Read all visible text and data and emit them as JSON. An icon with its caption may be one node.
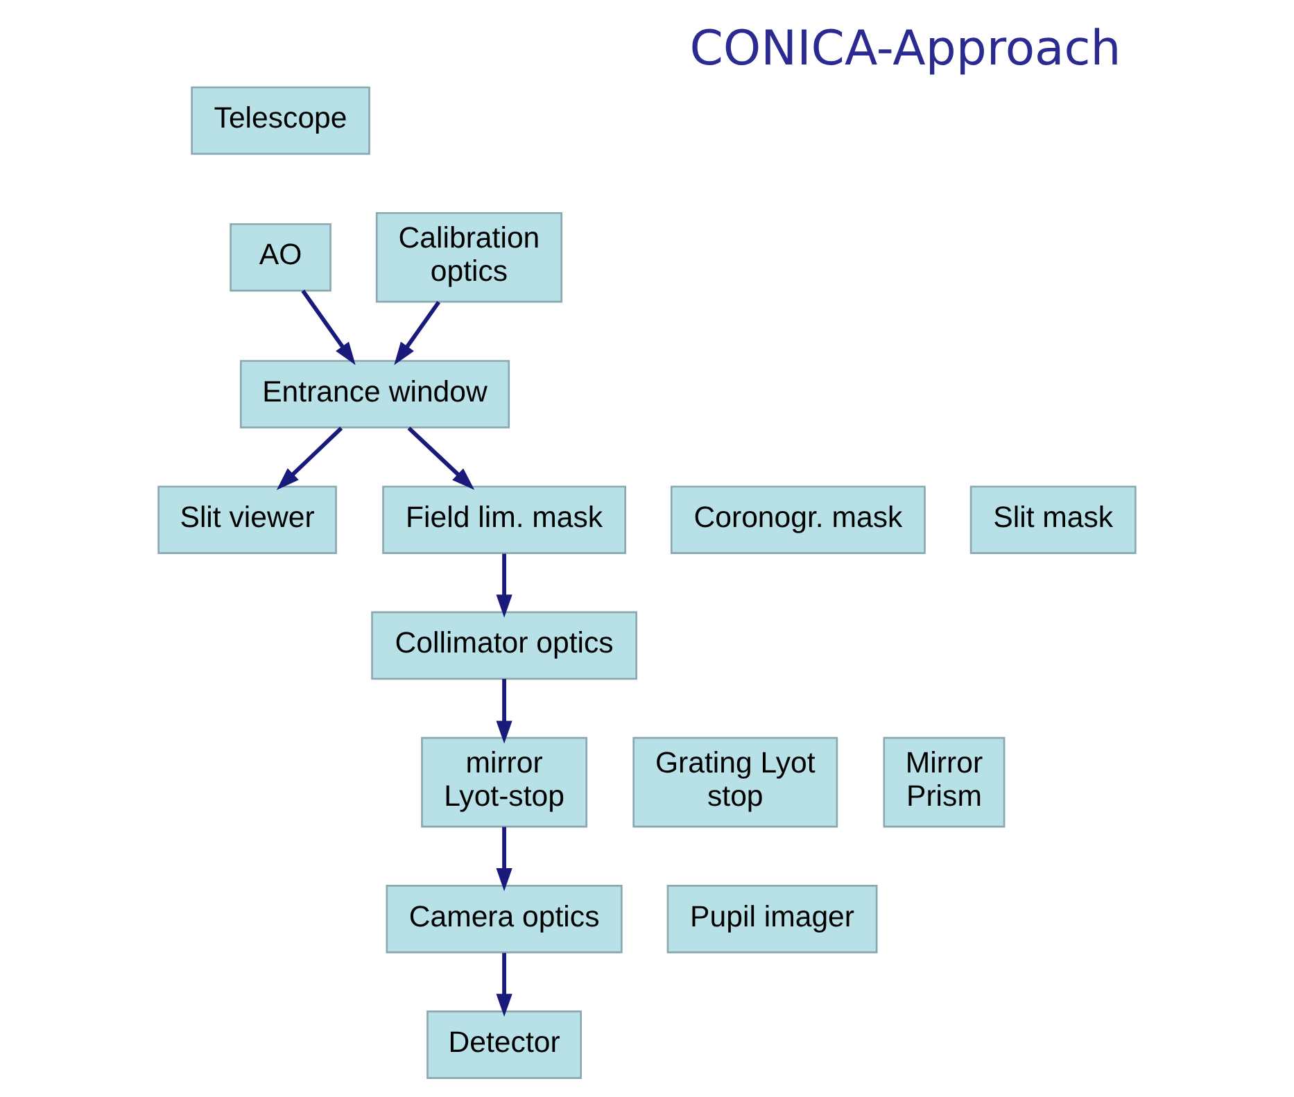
{
  "diagram": {
    "title": "CONICA-Approach",
    "nodes": [
      {
        "text": [
          "Telescope"
        ]
      },
      {
        "text": [
          "AO"
        ]
      },
      {
        "text": [
          "Calibration optics"
        ]
      },
      {
        "text": [
          "Entrance window"
        ]
      },
      {
        "text": [
          "Slit viewer"
        ]
      },
      {
        "text": [
          "Coronogr. mask"
        ]
      },
      {
        "text": [
          "Field lim. mask"
        ]
      },
      {
        "text": [
          "Slit mask"
        ]
      },
      {
        "text": [
          "Collimator optics"
        ]
      },
      {
        "text": [
          "mirror Lyot-stop"
        ]
      },
      {
        "text": [
          "Grating Lyot stop"
        ]
      },
      {
        "text": [
          "Mirror Prism"
        ]
      },
      {
        "text": [
          "Pupil imager"
        ]
      },
      {
        "text": [
          "Camera optics"
        ]
      },
      {
        "text": [
          "Detector"
        ]
      }
    ],
    "edges": [
      {
        "from": 2,
        "to": 3,
        "arrow": "to"
      },
      {
        "from": 1,
        "to": 3,
        "arrow": "to"
      },
      {
        "from": 3,
        "to": 6,
        "arrow": "to"
      },
      {
        "from": 3,
        "to": 4,
        "arrow": "to"
      },
      {
        "from": 6,
        "to": 8,
        "arrow": "to"
      },
      {
        "from": 8,
        "to": 9,
        "arrow": "to"
      },
      {
        "from": 9,
        "to": 13,
        "arrow": "to"
      },
      {
        "from": 13,
        "to": 14,
        "arrow": "to"
      }
    ]
  }
}
